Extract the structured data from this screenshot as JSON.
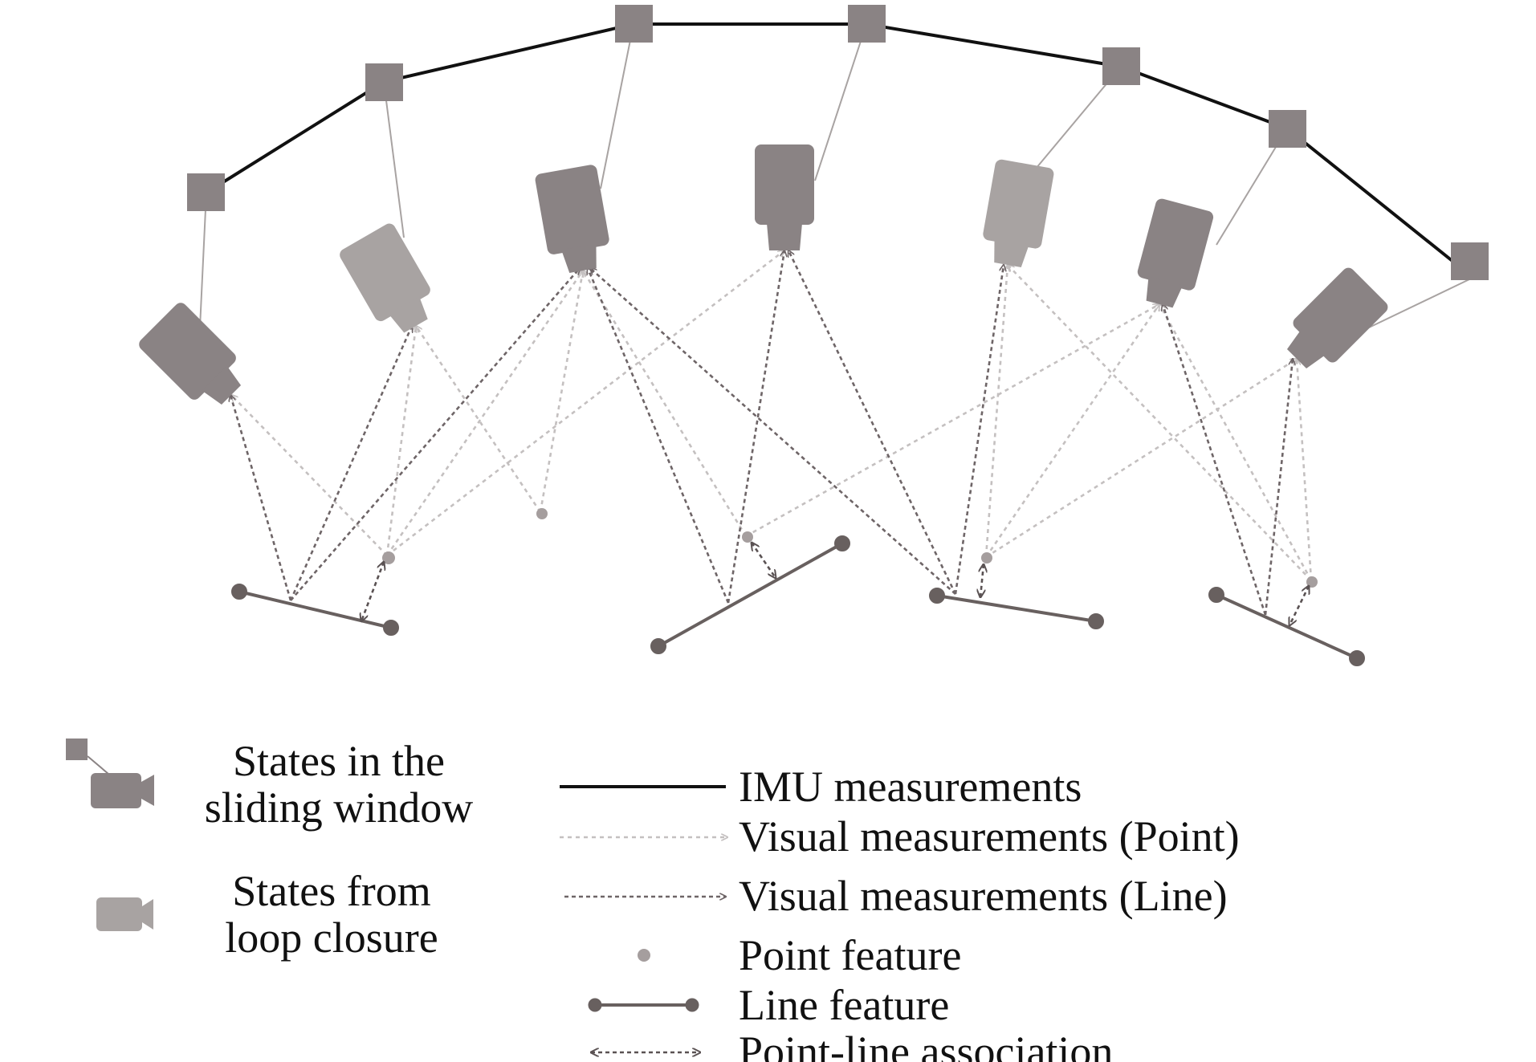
{
  "legend": {
    "sliding_window": [
      "States in the",
      "sliding window"
    ],
    "loop_closure": [
      "States from",
      "loop closure"
    ],
    "imu": "IMU measurements",
    "visual_point": "Visual measurements (Point)",
    "visual_line": "Visual measurements (Line)",
    "point_feature": "Point feature",
    "line_feature": "Line feature",
    "point_line_assoc": "Point-line association"
  },
  "colors": {
    "imu_line": "#111111",
    "state_box": "#8a8384",
    "camera_window": "#8a8384",
    "camera_loop": "#a8a3a2",
    "visual_point": "#c4c0c0",
    "visual_line": "#6e6567",
    "feature": "#68605f",
    "point_feature": "#a59e9e"
  },
  "icons": [
    "state-square-icon",
    "camera-icon"
  ]
}
